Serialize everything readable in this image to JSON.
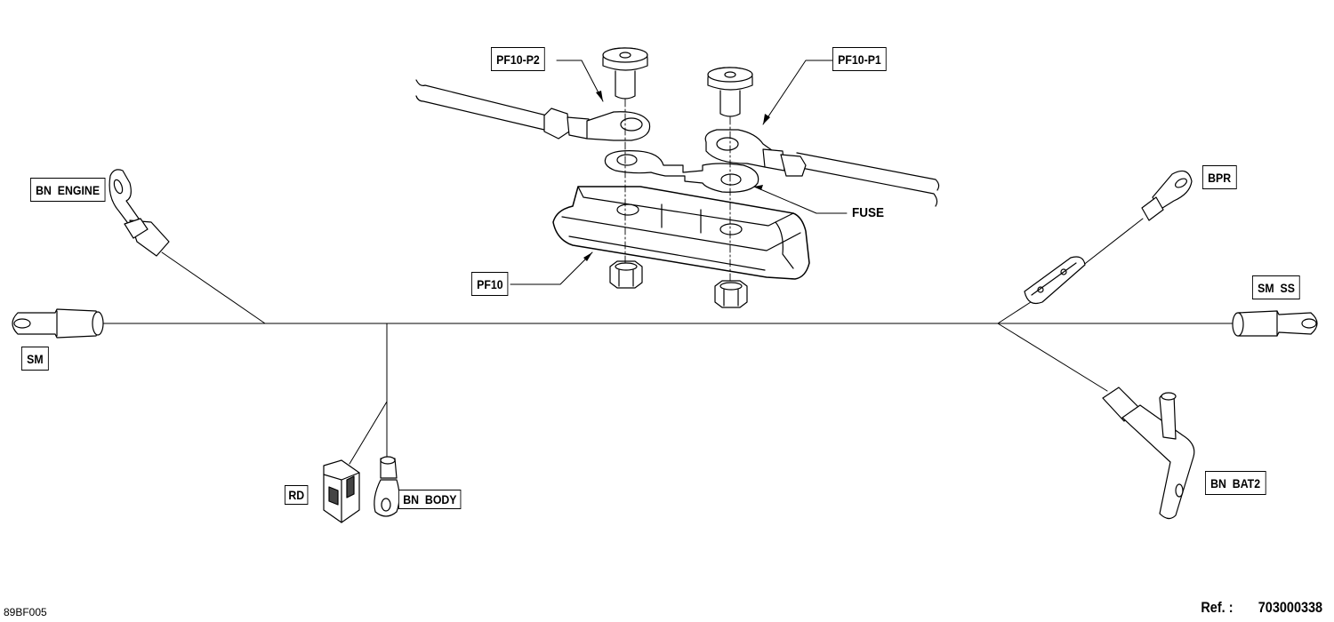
{
  "labels": {
    "pf10_p2": "PF10-P2",
    "pf10_p1": "PF10-P1",
    "bn_engine": "BN  ENGINE",
    "fuse": "FUSE",
    "bpr": "BPR",
    "pf10": "PF10",
    "sm_ss": "SM  SS",
    "sm": "SM",
    "rd": "RD",
    "bn_body": "BN  BODY",
    "bn_bat2": "BN  BAT2"
  },
  "footer": {
    "drawing_code": "89BF005",
    "ref_label": "Ref. :",
    "ref_number": "703000338"
  }
}
